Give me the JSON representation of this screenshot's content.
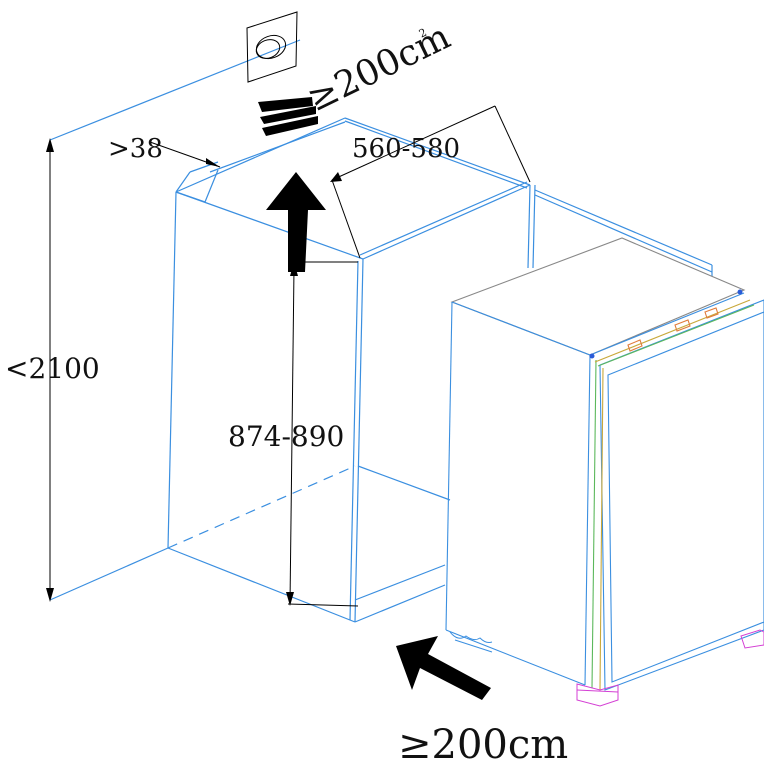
{
  "labels": {
    "top_vent": "≥200cm",
    "top_vent_superscript": "2",
    "front_vent": "≥200cm",
    "gap": ">38",
    "depth": "560-580",
    "height_total": "<2100",
    "niche_height": "874-890"
  },
  "colors": {
    "outline": "#3b8fe0",
    "dimension": "#000000",
    "arrow": "#000000",
    "feet": "#d43fd4",
    "hinge": "#e07b3b",
    "hinge_green": "#5cb85c",
    "appliance_gray": "#888888"
  },
  "icons": {
    "vent": "vent-grille-icon",
    "airflow": "airflow-arrow-icon"
  }
}
